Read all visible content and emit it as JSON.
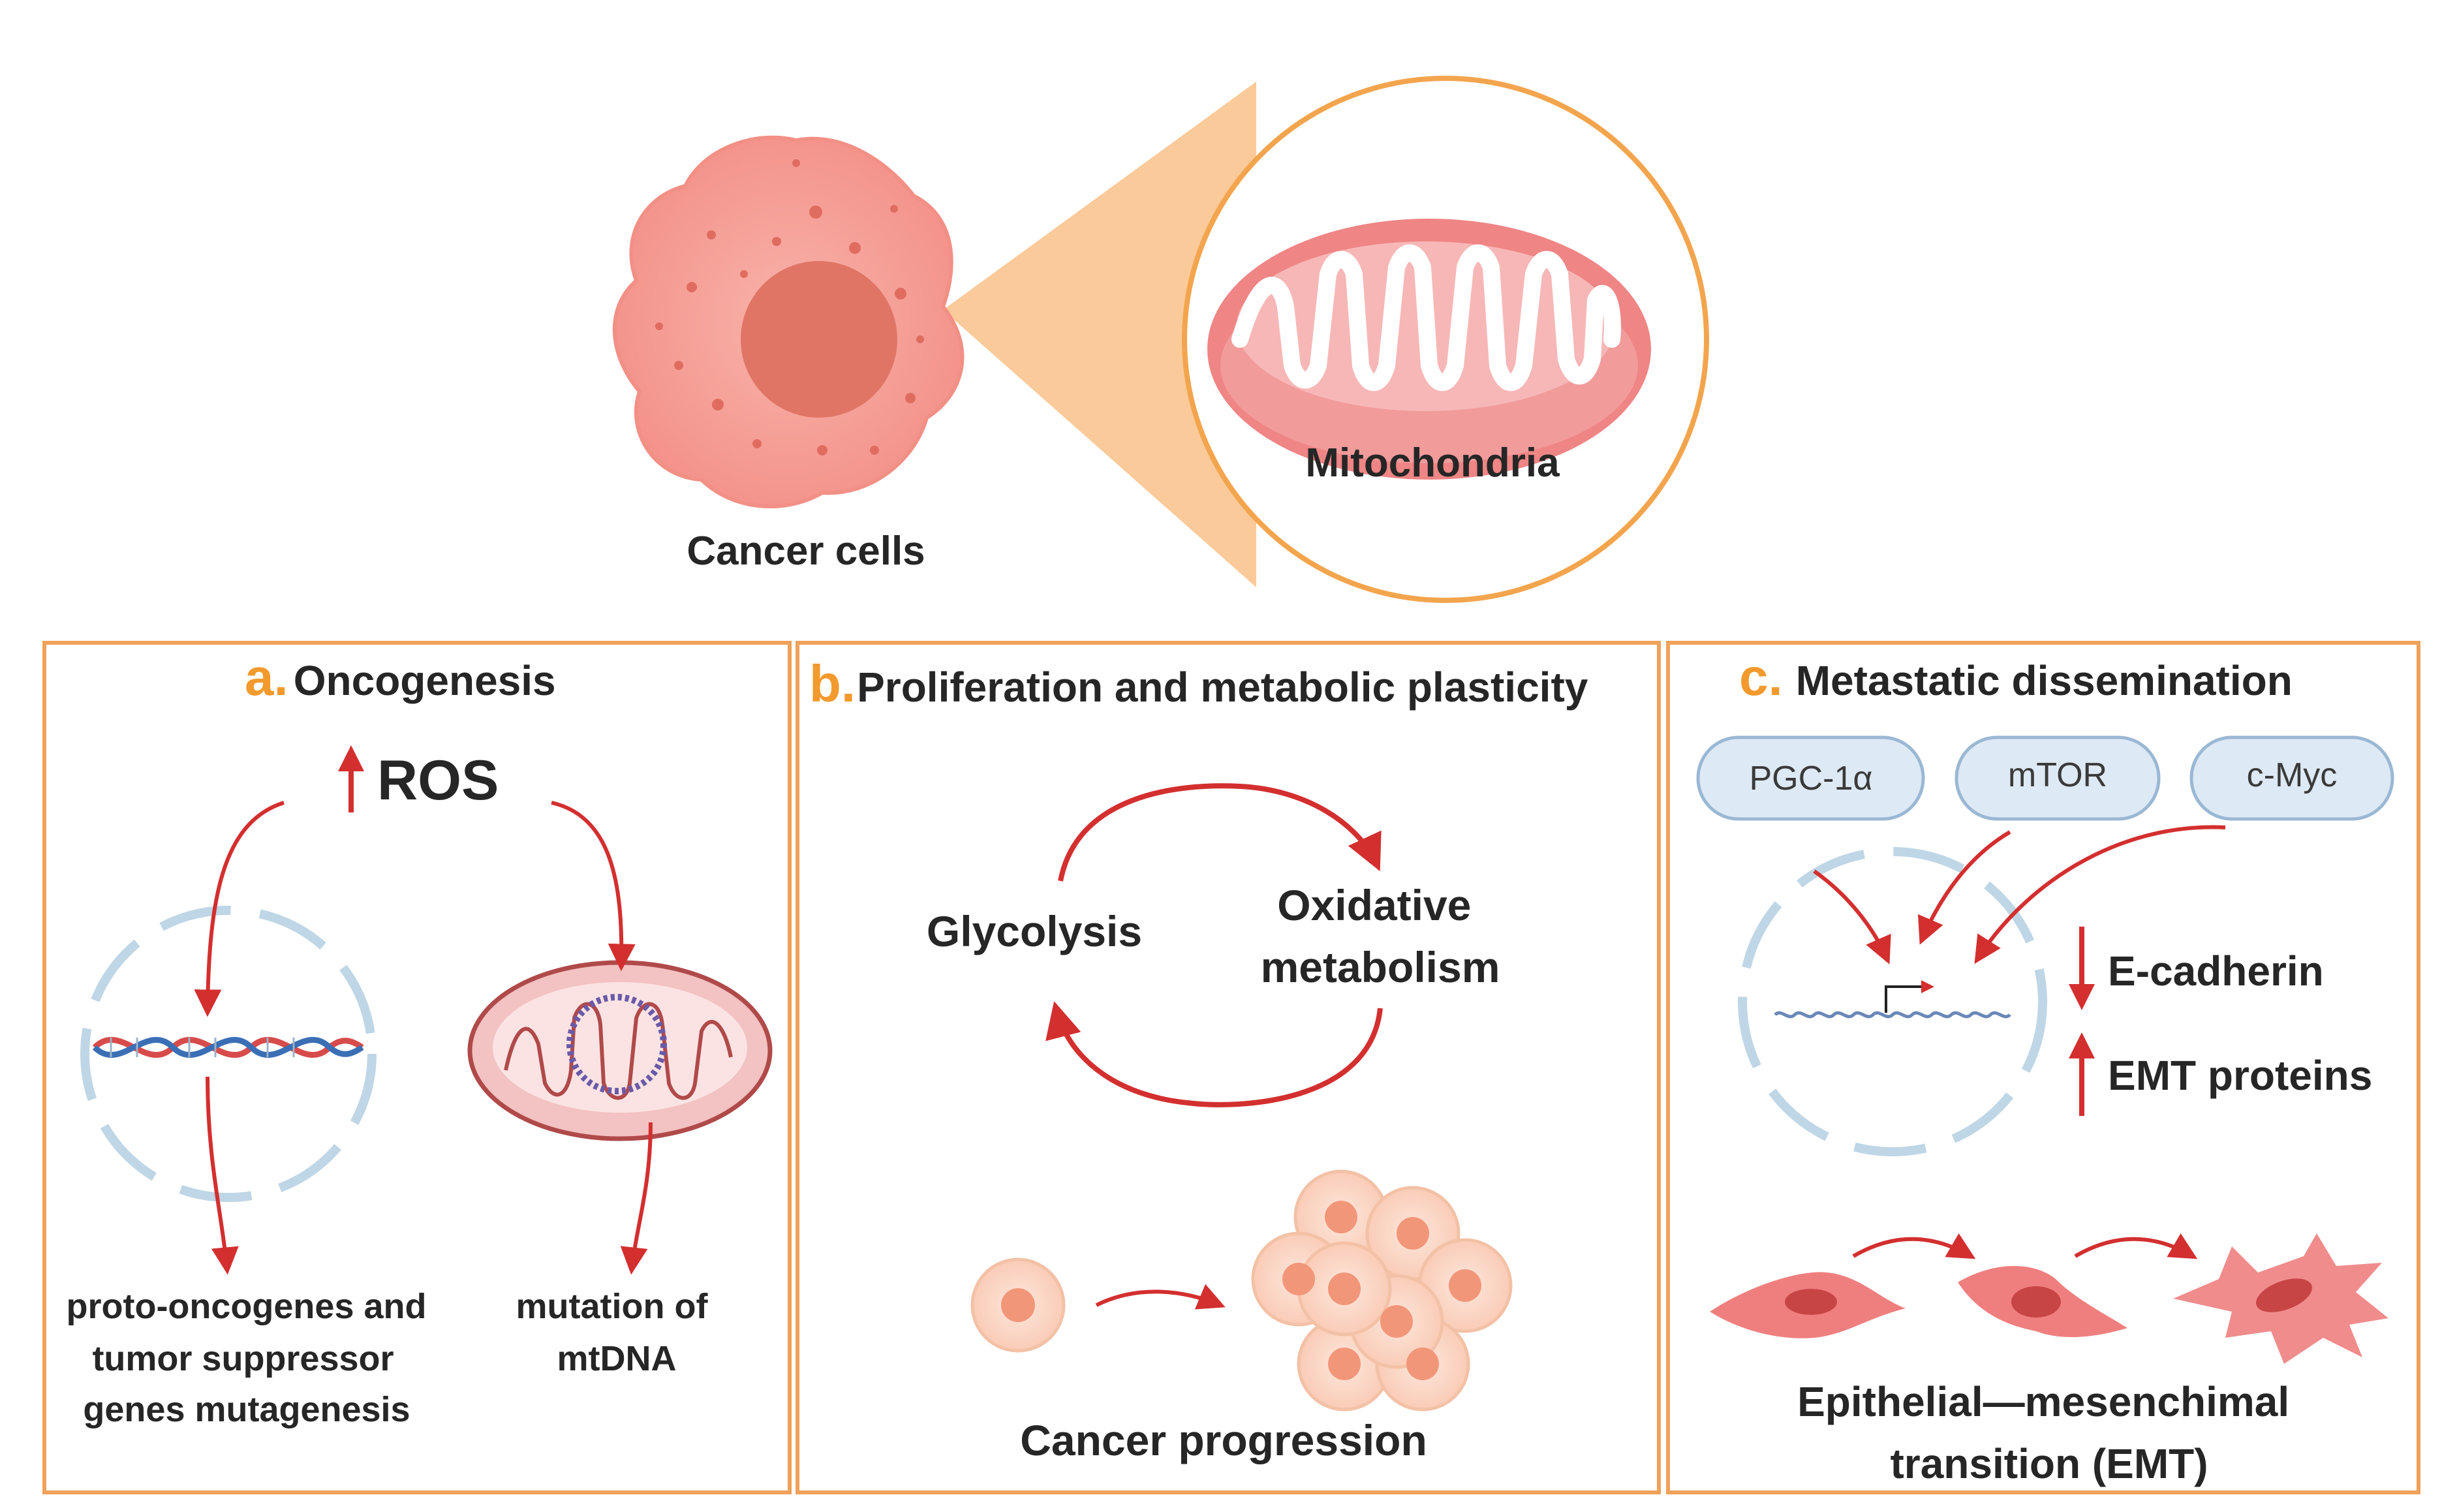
{
  "top": {
    "cell_label": "Cancer cells",
    "mito_label": "Mitochondria"
  },
  "panel_a": {
    "letter": "a.",
    "title": "Oncogenesis",
    "ros": "ROS",
    "left_caption": [
      "proto-oncogenes and",
      "tumor suppressor",
      "genes mutagenesis"
    ],
    "right_caption": [
      "mutation of",
      "mtDNA"
    ]
  },
  "panel_b": {
    "letter": "b.",
    "title": "Proliferation and metabolic plasticity",
    "glycolysis": "Glycolysis",
    "oxidative": [
      "Oxidative",
      "metabolism"
    ],
    "progression": "Cancer progression"
  },
  "panel_c": {
    "letter": "c.",
    "title": "Metastatic dissemination",
    "pills": [
      "PGC-1α",
      "mTOR",
      "c-Myc"
    ],
    "ecadherin": "E-cadherin",
    "emt_proteins": "EMT proteins",
    "emt_caption": [
      "Epithelial—mesenchimal",
      "transition (EMT)"
    ]
  },
  "colors": {
    "panel_border": "#f0a15a",
    "accent_letter": "#f39a2e",
    "arrow_red": "#d32f2f",
    "cell_fill": "#f5a29a",
    "nucleus_fill": "#e07566",
    "mito_fill": "#ef8a8a",
    "cone_fill": "#fbc48f"
  }
}
